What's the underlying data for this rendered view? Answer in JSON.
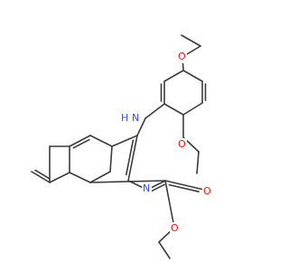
{
  "molecule": {
    "atoms": {
      "nh_n": {
        "text": "N",
        "color": "#3050f8"
      },
      "nh_h": {
        "text": "H",
        "color": "#3050f8"
      },
      "ring_n": {
        "text": "N",
        "color": "#3050f8"
      },
      "o_top": {
        "text": "O",
        "color": "#ff0d0d"
      },
      "o_right": {
        "text": "O",
        "color": "#ff0d0d"
      },
      "o_carbonyl": {
        "text": "O",
        "color": "#ff0d0d"
      },
      "o_ester": {
        "text": "O",
        "color": "#ff0d0d"
      }
    },
    "bond_color": "#3c3c3c"
  }
}
